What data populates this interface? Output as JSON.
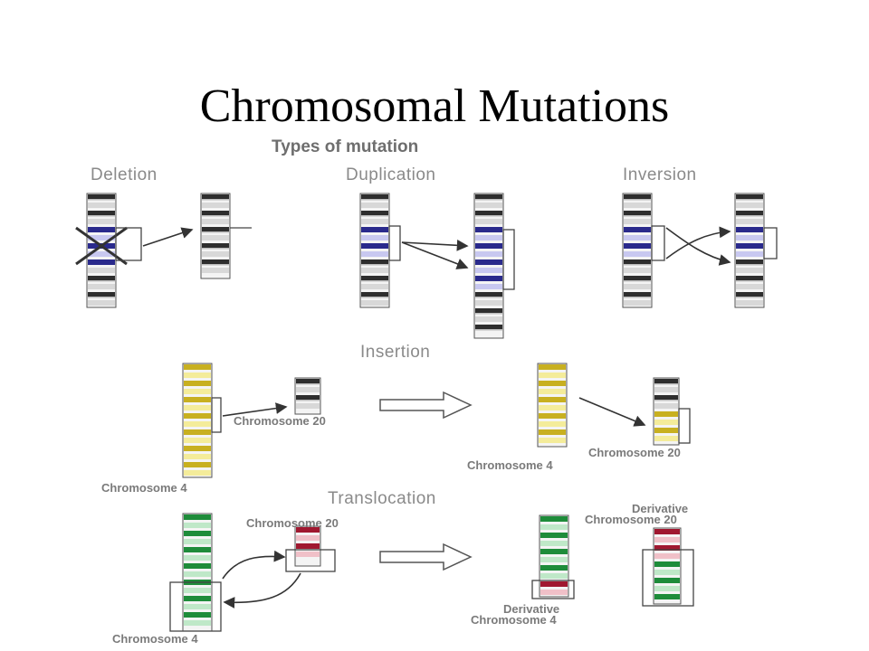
{
  "slide": {
    "title": "Chromosomal Mutations"
  },
  "figure": {
    "subtitle": "Types of mutation",
    "labels": {
      "deletion": "Deletion",
      "duplication": "Duplication",
      "inversion": "Inversion",
      "insertion": "Insertion",
      "translocation": "Translocation",
      "ins_chr20_src": "Chromosome 20",
      "ins_chr4_src": "Chromosome 4",
      "ins_chr20_res": "Chromosome 20",
      "ins_chr4_res": "Chromosome 4",
      "tr_chr20_src": "Chromosome 20",
      "tr_chr4_src": "Chromosome 4",
      "tr_deriv20_line1": "Derivative",
      "tr_deriv20_line2": "Chromosome 20",
      "tr_deriv4_line1": "Derivative",
      "tr_deriv4_line2": "Chromosome 4"
    },
    "colors": {
      "gray_band": "#2e2e2e",
      "gray_light": "#d8d8d8",
      "blue_band": "#2a2a8c",
      "blue_light": "#c8c8f0",
      "yellow_band": "#c8b020",
      "yellow_light": "#f4ec9a",
      "green_band": "#1e8c3a",
      "green_light": "#bfe8c8",
      "red_band": "#a01830",
      "red_light": "#f0c0c8"
    }
  }
}
